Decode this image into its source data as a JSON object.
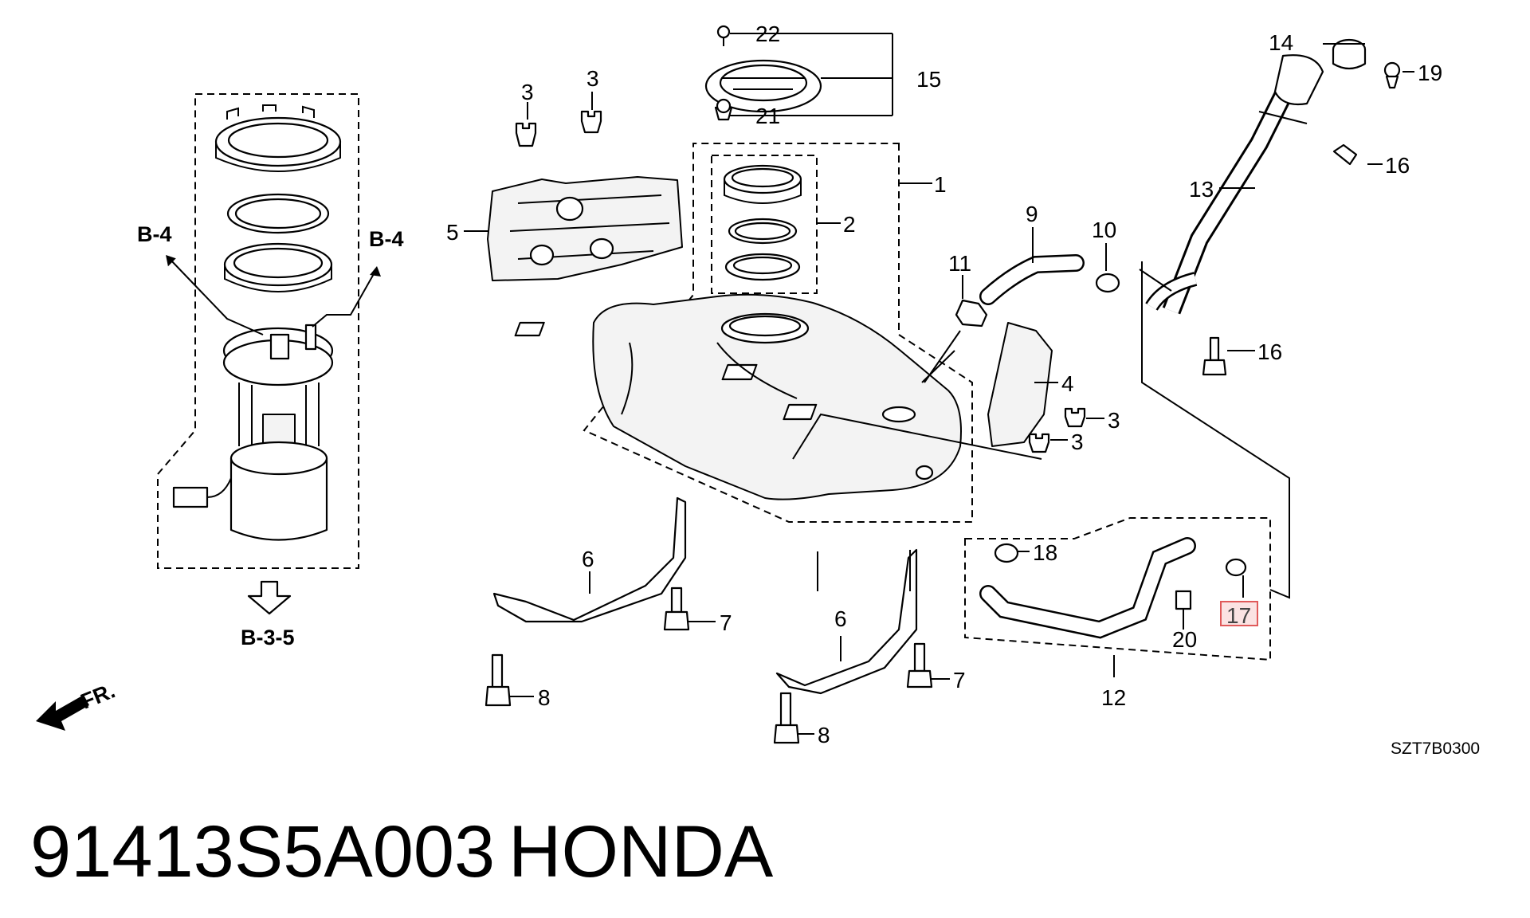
{
  "part_number": "91413S5A003",
  "brand": "HONDA",
  "diagram_code": "SZT7B0300",
  "front_label": "FR.",
  "section_refs": {
    "left": "B-4",
    "right": "B-4",
    "bottom": "B-3-5"
  },
  "callouts": {
    "c1": "1",
    "c2": "2",
    "c3a": "3",
    "c3b": "3",
    "c3c": "3",
    "c3d": "3",
    "c4": "4",
    "c5": "5",
    "c6a": "6",
    "c6b": "6",
    "c7a": "7",
    "c7b": "7",
    "c8a": "8",
    "c8b": "8",
    "c9": "9",
    "c10": "10",
    "c11": "11",
    "c12": "12",
    "c13": "13",
    "c14": "14",
    "c15": "15",
    "c16a": "16",
    "c16b": "16",
    "c17": "17",
    "c18": "18",
    "c19": "19",
    "c20": "20",
    "c21": "21",
    "c22": "22"
  },
  "highlight_color": "#e05a5a"
}
